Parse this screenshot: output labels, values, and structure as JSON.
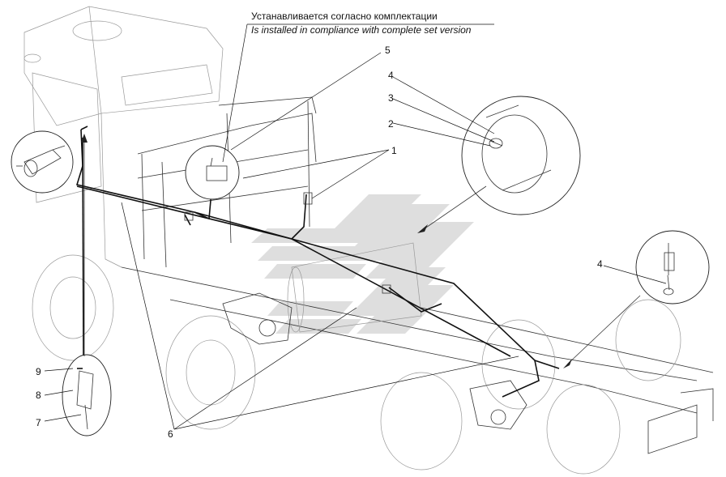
{
  "note": {
    "ru": "Устанавливается согласно комплектации",
    "en": "Is installed in compliance with complete set version"
  },
  "callouts": [
    "1",
    "2",
    "3",
    "4",
    "4",
    "5",
    "6",
    "7",
    "8",
    "9"
  ],
  "watermark_color": "#d8d8d8"
}
